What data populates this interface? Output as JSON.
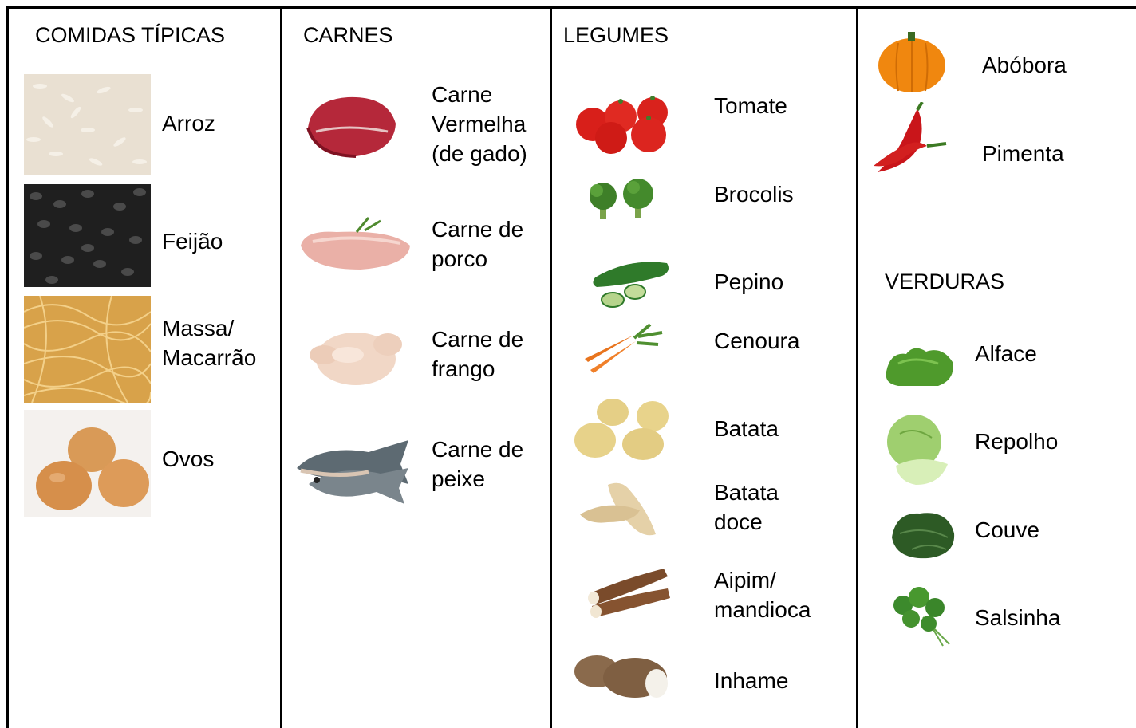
{
  "columns": {
    "typical": {
      "header": "COMIDAS TÍPICAS",
      "items": [
        {
          "label": "Arroz",
          "icon": "rice-icon"
        },
        {
          "label": "Feijão",
          "icon": "black-beans-icon"
        },
        {
          "label": "Massa/\nMacarrão",
          "icon": "pasta-icon"
        },
        {
          "label": "Ovos",
          "icon": "eggs-icon"
        }
      ]
    },
    "meats": {
      "header": "CARNES",
      "items": [
        {
          "label": "Carne\nVermelha\n(de gado)",
          "icon": "red-meat-icon"
        },
        {
          "label": "Carne de\nporco",
          "icon": "pork-icon"
        },
        {
          "label": "Carne de\nfrango",
          "icon": "chicken-icon"
        },
        {
          "label": "Carne de\npeixe",
          "icon": "fish-icon"
        }
      ]
    },
    "legumes": {
      "header": "LEGUMES",
      "items": [
        {
          "label": "Tomate",
          "icon": "tomato-icon"
        },
        {
          "label": "Brocolis",
          "icon": "broccoli-icon"
        },
        {
          "label": "Pepino",
          "icon": "cucumber-icon"
        },
        {
          "label": "Cenoura",
          "icon": "carrot-icon"
        },
        {
          "label": "Batata",
          "icon": "potato-icon"
        },
        {
          "label": "Batata\ndoce",
          "icon": "sweet-potato-icon"
        },
        {
          "label": "Aipim/\nmandioca",
          "icon": "cassava-icon"
        },
        {
          "label": "Inhame",
          "icon": "yam-icon"
        }
      ]
    },
    "extra": {
      "items": [
        {
          "label": "Abóbora",
          "icon": "pumpkin-icon"
        },
        {
          "label": "Pimenta",
          "icon": "chili-pepper-icon"
        }
      ]
    },
    "greens": {
      "header": "VERDURAS",
      "items": [
        {
          "label": "Alface",
          "icon": "lettuce-icon"
        },
        {
          "label": "Repolho",
          "icon": "cabbage-icon"
        },
        {
          "label": "Couve",
          "icon": "kale-icon"
        },
        {
          "label": "Salsinha",
          "icon": "parsley-icon"
        }
      ]
    }
  }
}
